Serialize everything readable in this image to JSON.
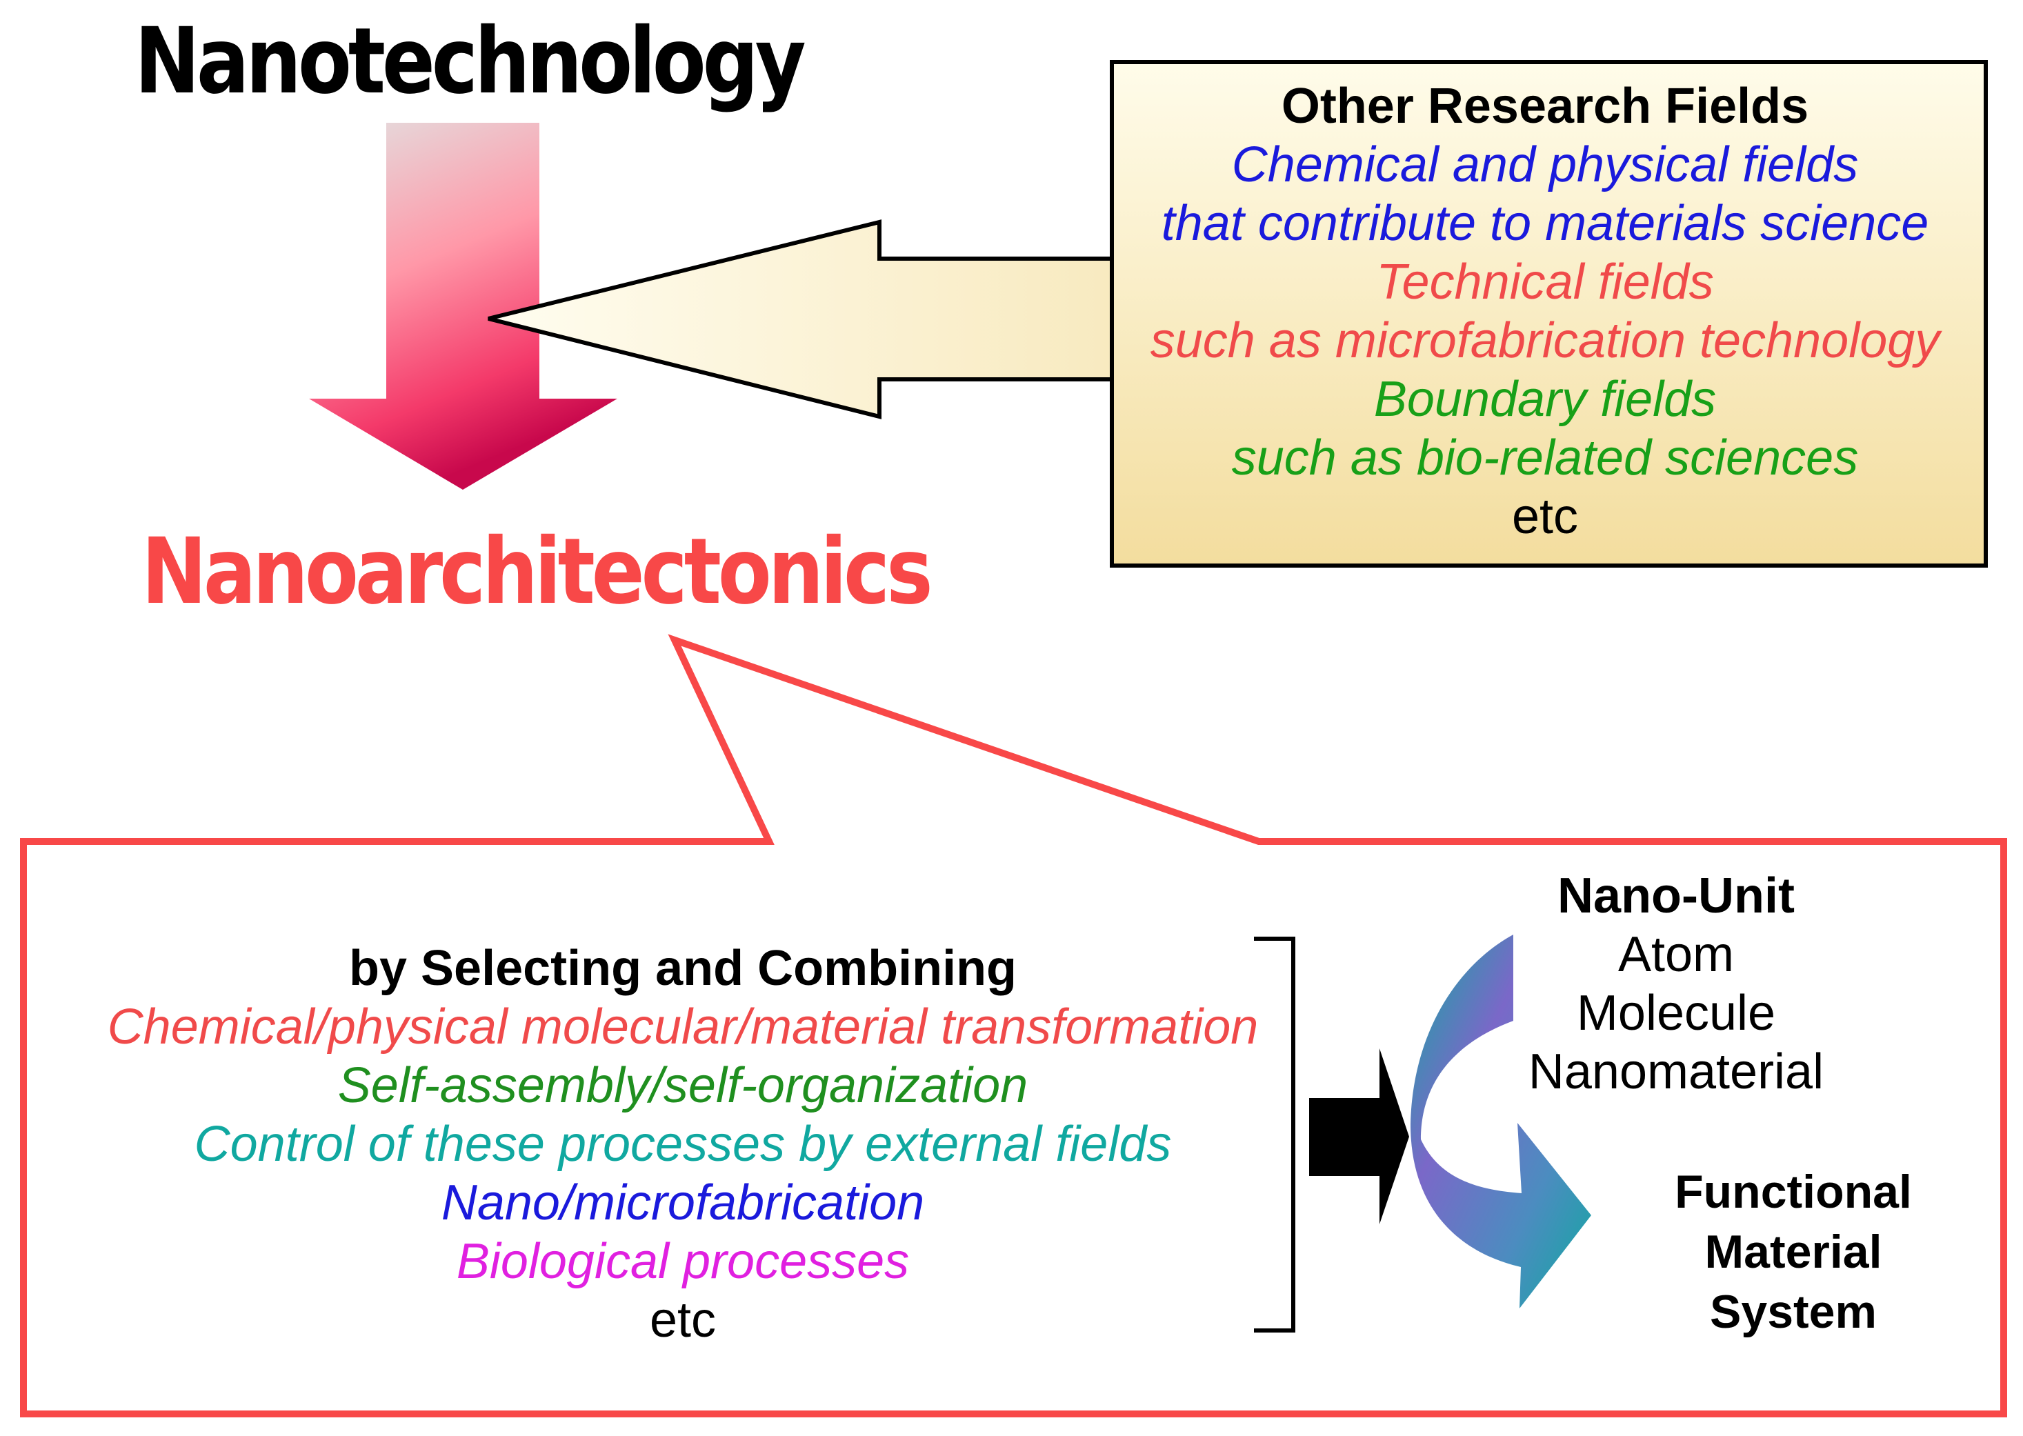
{
  "titles": {
    "top": "Nanotechnology",
    "center": "Nanoarchitectonics"
  },
  "other_fields": {
    "heading": "Other Research Fields",
    "lines": [
      {
        "text": "Chemical and physical fields",
        "color": "#1a1adc"
      },
      {
        "text": "that contribute to materials science",
        "color": "#1a1adc"
      },
      {
        "text": "Technical fields",
        "color": "#f04a4a"
      },
      {
        "text": "such as microfabrication technology",
        "color": "#f04a4a"
      },
      {
        "text": "Boundary fields",
        "color": "#18a018"
      },
      {
        "text": "such as bio-related sciences",
        "color": "#18a018"
      },
      {
        "text": "etc",
        "color": "#000000"
      }
    ]
  },
  "methods": {
    "heading": "by Selecting and Combining",
    "lines": [
      {
        "text": "Chemical/physical molecular/material transformation",
        "color": "#f04a4a"
      },
      {
        "text": "Self-assembly/self-organization",
        "color": "#1f8f1f"
      },
      {
        "text": "Control of these processes by external fields",
        "color": "#10a8a0"
      },
      {
        "text": "Nano/microfabrication",
        "color": "#1a1adc"
      },
      {
        "text": "Biological processes",
        "color": "#e020e0"
      },
      {
        "text": "etc",
        "color": "#000000"
      }
    ]
  },
  "nano_unit": {
    "heading": "Nano-Unit",
    "items": [
      "Atom",
      "Molecule",
      "Nanomaterial"
    ]
  },
  "functional": {
    "lines": [
      "Functional",
      "Material",
      "System"
    ]
  },
  "colors": {
    "red_accent": "#f84848",
    "box_fill_top": "#fffbe6",
    "box_fill_bottom": "#f2dc9c",
    "arrow_top": "#e0e0e0",
    "arrow_bottom": "#e8105a",
    "curve_teal": "#10a8a0",
    "curve_violet": "#7a68c8"
  }
}
